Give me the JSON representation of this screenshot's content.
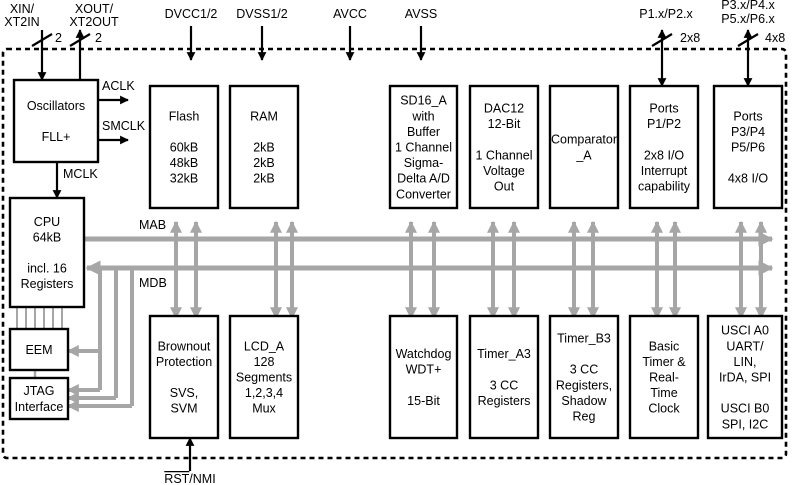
{
  "signals": {
    "xin_l1": "XIN/",
    "xin_l2": "XT2IN",
    "xin_width": "2",
    "xout_l1": "XOUT/",
    "xout_l2": "XT2OUT",
    "xout_width": "2",
    "dvcc": "DVCC1/2",
    "dvss": "DVSS1/2",
    "avcc": "AVCC",
    "avss": "AVSS",
    "p12": "P1.x/P2.x",
    "p12_width": "2x8",
    "p36_l1": "P3.x/P4.x",
    "p36_l2": "P5.x/P6.x",
    "p36_width": "4x8",
    "aclk": "ACLK",
    "smclk": "SMCLK",
    "mclk": "MCLK",
    "mab": "MAB",
    "mdb": "MDB",
    "rst": "RST",
    "rst_suffix": "/NMI"
  },
  "blocks": {
    "osc": [
      "Oscillators",
      "",
      "FLL+"
    ],
    "cpu": [
      "CPU",
      "64kB",
      "",
      "incl. 16",
      "Registers"
    ],
    "eem": [
      "EEM"
    ],
    "jtag": [
      "JTAG",
      "Interface"
    ],
    "flash": [
      "Flash",
      "",
      "60kB",
      "48kB",
      "32kB"
    ],
    "ram": [
      "RAM",
      "",
      "2kB",
      "2kB",
      "2kB"
    ],
    "sd16": [
      "SD16_A",
      "with",
      "Buffer",
      "1 Channel",
      "Sigma-",
      "Delta A/D",
      "Converter"
    ],
    "dac12": [
      "DAC12",
      "12-Bit",
      "",
      "1 Channel",
      "Voltage",
      "Out"
    ],
    "comp": [
      "Comparator",
      "_A"
    ],
    "ports12": [
      "Ports",
      "P1/P2",
      "",
      "2x8 I/O",
      "Interrupt",
      "capability"
    ],
    "ports36": [
      "Ports",
      "P3/P4",
      "P5/P6",
      "",
      "4x8 I/O"
    ],
    "brownout": [
      "Brownout",
      "Protection",
      "",
      "SVS,",
      "SVM"
    ],
    "lcd": [
      "LCD_A",
      "128",
      "Segments",
      "1,2,3,4",
      "Mux"
    ],
    "wdt": [
      "Watchdog",
      "WDT+",
      "",
      "15-Bit"
    ],
    "timera": [
      "Timer_A3",
      "",
      "3 CC",
      "Registers"
    ],
    "timerb": [
      "Timer_B3",
      "",
      "3 CC",
      "Registers,",
      "Shadow",
      "Reg"
    ],
    "basictimer": [
      "Basic",
      "Timer &",
      "Real-",
      "Time",
      "Clock"
    ],
    "usci": [
      "USCI A0",
      "UART/",
      "LIN,",
      "IrDA, SPI",
      "",
      "USCI B0",
      "SPI, I2C"
    ]
  },
  "colors": {
    "bus": "#a6a6a6",
    "line": "#000000",
    "block_fill": "#ffffff"
  }
}
